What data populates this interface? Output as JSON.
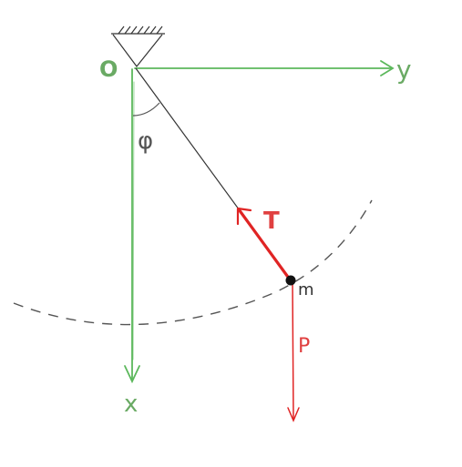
{
  "labels": {
    "origin": "O",
    "y_axis": "y",
    "x_axis": "x",
    "angle": "φ",
    "tension": "T",
    "mass": "m",
    "weight": "P"
  },
  "colors": {
    "axes": "#5cb85c",
    "axes_label": "#6aaa64",
    "rod": "#333333",
    "force": "#e02424",
    "force_label": "#e04040",
    "path": "#555555",
    "mass_point": "#111111",
    "support": "#333333",
    "angle_label": "#555555"
  }
}
